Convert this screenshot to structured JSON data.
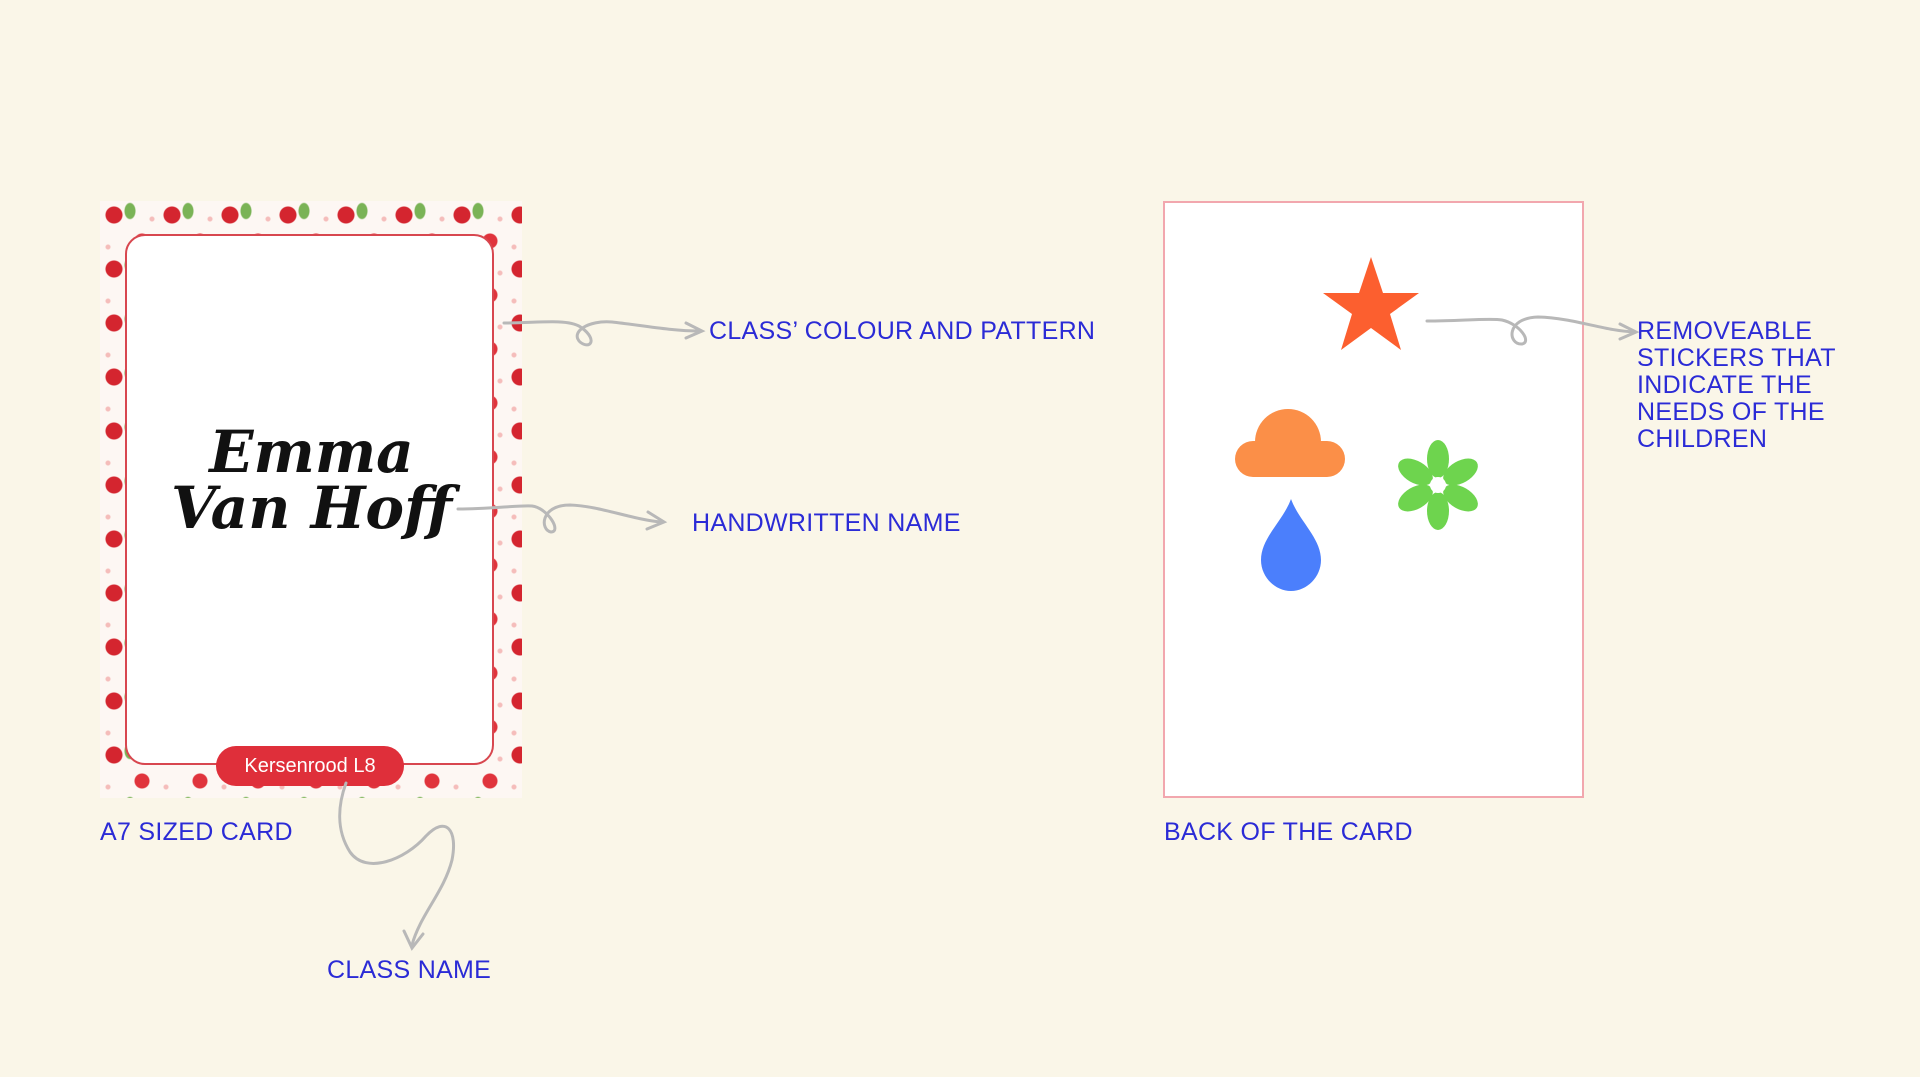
{
  "front_card": {
    "name_line1": "Emma",
    "name_line2": "Van Hoff",
    "class_badge": "Kersenrood L8",
    "pattern": "cherry-pattern"
  },
  "back_card": {
    "stickers": [
      "star-icon",
      "cloud-icon",
      "flower-icon",
      "raindrop-icon"
    ]
  },
  "labels": {
    "pattern": "CLASS’ COLOUR AND PATTERN",
    "handwritten": "HANDWRITTEN NAME",
    "a7": "A7 SIZED CARD",
    "class_name": "CLASS NAME",
    "back": "BACK OF THE CARD",
    "stickers": "REMOVEABLE STICKERS THAT INDICATE THE NEEDS OF THE CHILDREN"
  },
  "colors": {
    "background": "#faf6e8",
    "label_text": "#2b2bd6",
    "badge": "#df2f3a",
    "star": "#fc5f2f",
    "cloud": "#fb8f48",
    "flower": "#6ed44e",
    "drop": "#4b7ffc",
    "arrow": "#b8b8b8"
  }
}
